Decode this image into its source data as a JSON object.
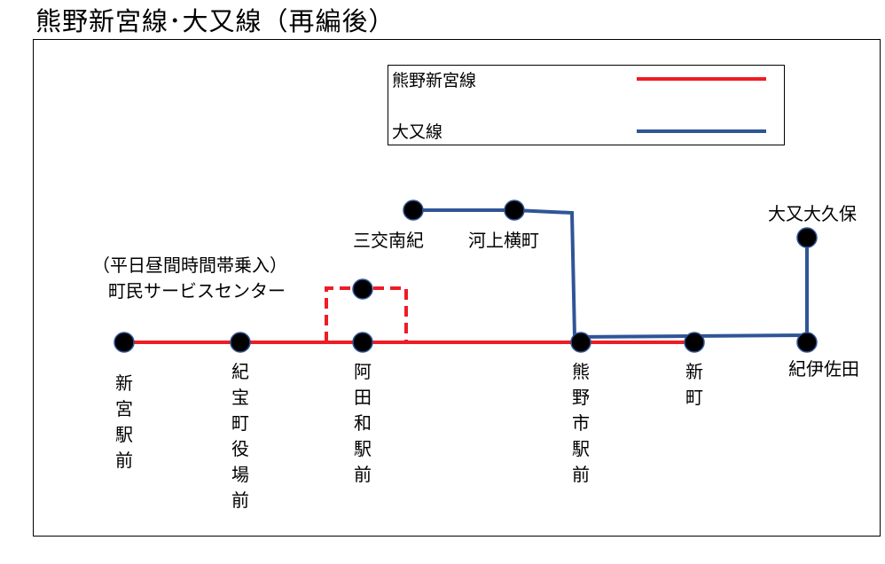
{
  "title": "熊野新宮線･大又線（再編後）",
  "legend": {
    "items": [
      {
        "label": "熊野新宮線",
        "color": "#ee1c24"
      },
      {
        "label": "大又線",
        "color": "#2f5597"
      }
    ]
  },
  "colors": {
    "red_line": "#ee1c24",
    "blue_line": "#2f5597",
    "station": "#000000"
  },
  "stations": {
    "shingu_ekimae": "新宮駅前",
    "kiho_yakuba": "紀宝町役場前",
    "ada_ekimae": "阿田和駅前",
    "machimin_center_note": "（平日昼間時間帯乗入）",
    "machimin_center": "町民サービスセンター",
    "misaki_minamiki": "三交南紀",
    "kawakami_yokomachi": "河上横町",
    "kumanoshi_ekimae": "熊野市駅前",
    "shinmachi": "新町",
    "kiisada": "紀伊佐田",
    "omata_okubo": "大又大久保"
  }
}
